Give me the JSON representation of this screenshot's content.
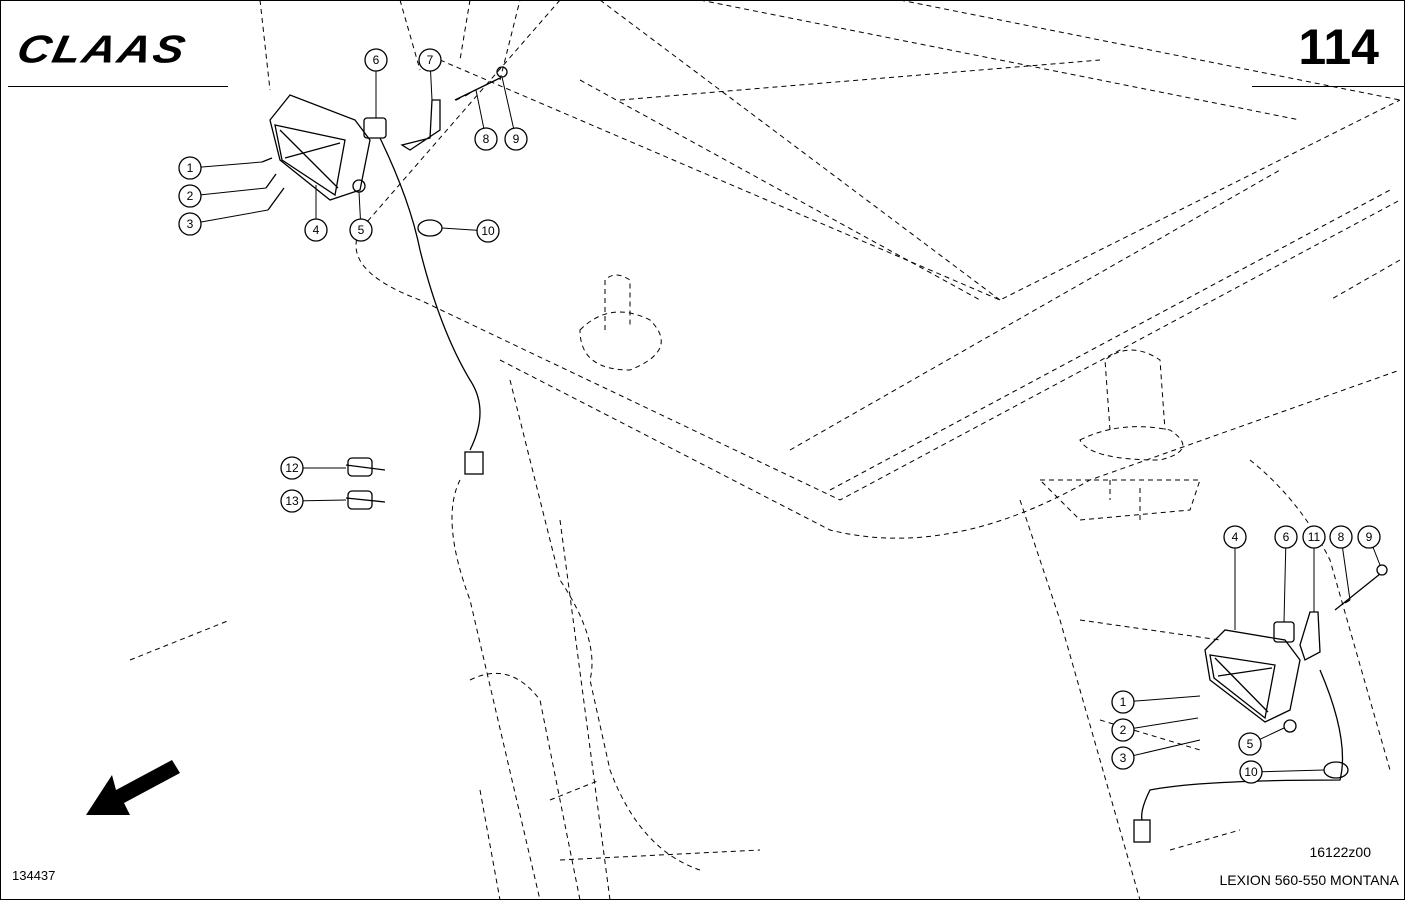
{
  "header": {
    "brand": "CLAAS",
    "page_number": "114"
  },
  "footer": {
    "drawing_ref": "134437",
    "figure_code": "16122z00",
    "model": "LEXION 560-550 MONTANA"
  },
  "callouts_left": [
    "1",
    "2",
    "3",
    "4",
    "5",
    "6",
    "7",
    "8",
    "9",
    "10",
    "12",
    "13"
  ],
  "callouts_right": [
    "4",
    "6",
    "11",
    "8",
    "9",
    "1",
    "2",
    "3",
    "5",
    "10"
  ]
}
